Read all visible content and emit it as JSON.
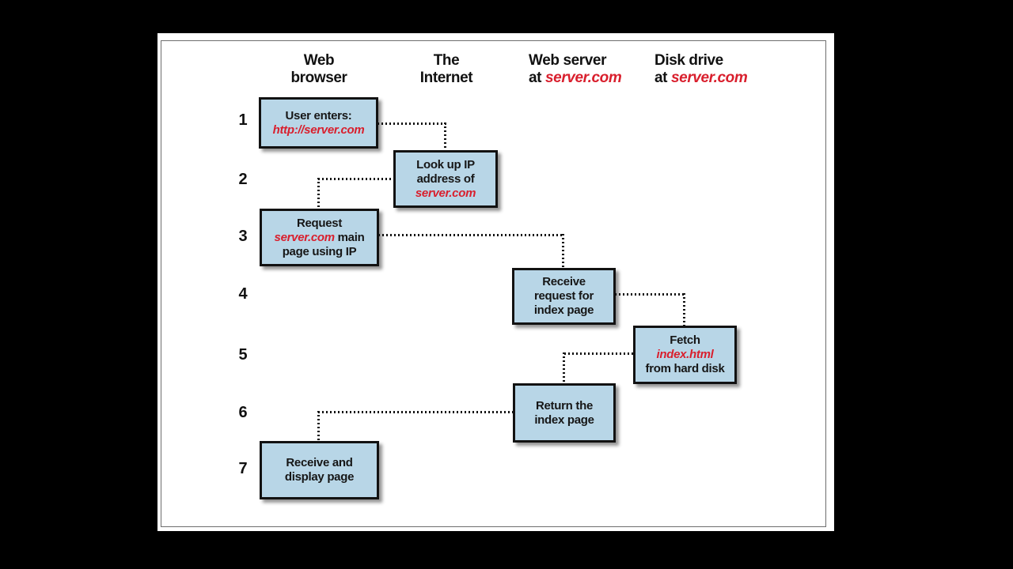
{
  "figure": {
    "title_semantic": "Sequence of events when a user requests a web page",
    "colors": {
      "background": "#000000",
      "panel": "#ffffff",
      "box_fill": "#b8d6e7",
      "box_border": "#121212",
      "accent_red": "#d91f2d",
      "text": "#111111"
    },
    "columns": [
      {
        "line1": "Web",
        "line2": "browser"
      },
      {
        "line1": "The",
        "line2": "Internet"
      },
      {
        "line1": "Web server",
        "line2_pre": "at ",
        "line2_em": "server.com"
      },
      {
        "line1": "Disk drive",
        "line2_pre": "at ",
        "line2_em": "server.com"
      }
    ],
    "steps": [
      {
        "num": "1",
        "lines": [
          {
            "pre": "User enters:"
          },
          {
            "em": "http://server.com"
          }
        ]
      },
      {
        "num": "2",
        "lines": [
          {
            "pre": "Look up IP"
          },
          {
            "pre": "address of"
          },
          {
            "em": "server.com"
          }
        ]
      },
      {
        "num": "3",
        "lines": [
          {
            "pre": "Request"
          },
          {
            "em": "server.com",
            "post": " main"
          },
          {
            "pre": "page using IP"
          }
        ]
      },
      {
        "num": "4",
        "lines": [
          {
            "pre": "Receive"
          },
          {
            "pre": "request for"
          },
          {
            "pre": "index page"
          }
        ]
      },
      {
        "num": "5",
        "lines": [
          {
            "pre": "Fetch"
          },
          {
            "em": "index.html"
          },
          {
            "pre": "from hard disk"
          }
        ]
      },
      {
        "num": "6",
        "lines": [
          {
            "pre": "Return the"
          },
          {
            "pre": "index page"
          }
        ]
      },
      {
        "num": "7",
        "lines": [
          {
            "pre": "Receive and"
          },
          {
            "pre": "display page"
          }
        ]
      }
    ]
  }
}
